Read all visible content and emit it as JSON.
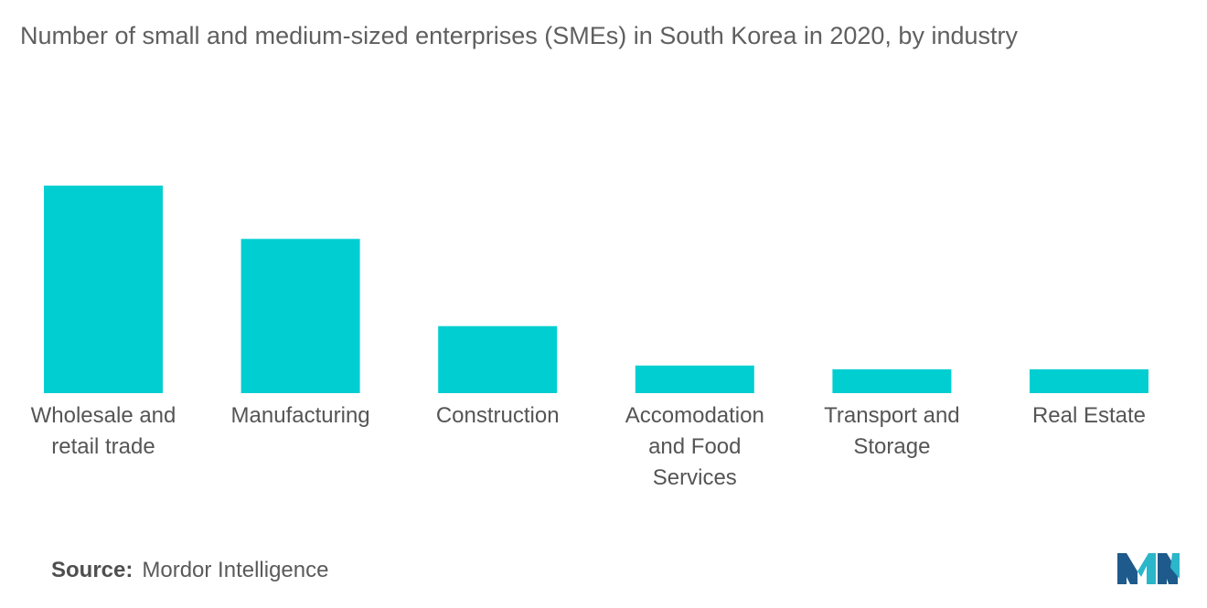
{
  "title": "Number of small and medium-sized enterprises (SMEs) in South Korea in 2020, by industry",
  "source": {
    "label": "Source:",
    "value": "Mordor Intelligence"
  },
  "colors": {
    "bar": "#00ced1",
    "logo_dark": "#1e5a8c",
    "logo_light": "#2bb6c9"
  },
  "logo": {
    "icon": "mordor-intelligence-logo"
  },
  "chart_data": {
    "type": "bar",
    "title": "Number of small and medium-sized enterprises (SMEs) in South Korea in 2020, by industry",
    "categories": [
      [
        "Wholesale and",
        "retail trade"
      ],
      [
        "Manufacturing"
      ],
      [
        "Construction"
      ],
      [
        "Accomodation",
        "and Food",
        "Services"
      ],
      [
        "Transport and",
        "Storage"
      ],
      [
        "Real Estate"
      ]
    ],
    "values": [
      100,
      74.3,
      32.3,
      13.3,
      11.5,
      11.5
    ],
    "value_scale": "relative (no axis printed)",
    "ylim": [
      0,
      100
    ],
    "grid": false,
    "legend": "none"
  }
}
